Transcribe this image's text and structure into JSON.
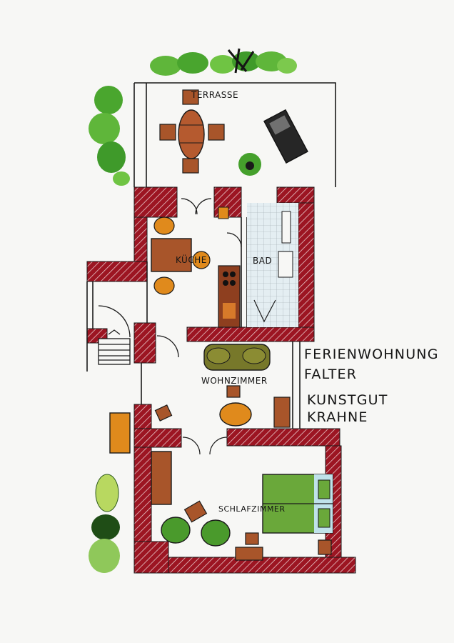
{
  "rooms": {
    "terrasse": "TERRASSE",
    "kueche": "KÜCHE",
    "bad": "BAD",
    "wohnzimmer": "WOHNZIMMER",
    "schlafzimmer": "SCHLAFZIMMER"
  },
  "title": {
    "line1": "FERIENWOHNUNG",
    "line2": "FALTER",
    "line3": "KUNSTGUT",
    "line4": "KRAHNE"
  },
  "colors": {
    "wall": "#9c1522",
    "wood": "#a8552a",
    "orange": "#e08a1c",
    "sofa": "#76772a",
    "chair_green": "#4a9a2c",
    "bed_green": "#6aa83a",
    "tile_blue": "#dbe8ee",
    "plant": "#3e9a2a"
  }
}
